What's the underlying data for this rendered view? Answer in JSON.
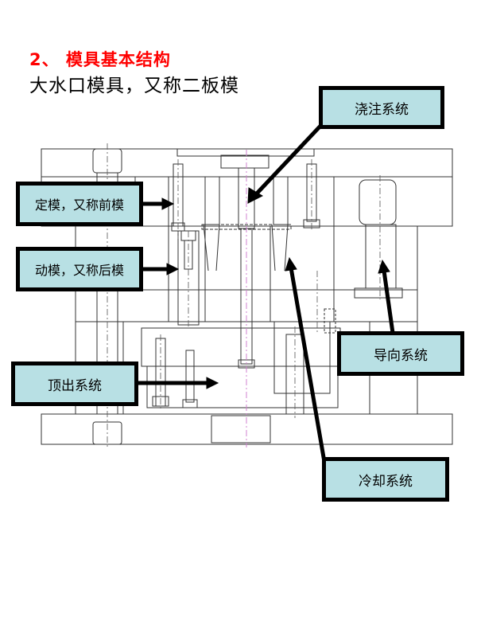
{
  "slide": {
    "heading": "2、 模具基本结构",
    "subheading": "大水口模具，又称二板模"
  },
  "labels": {
    "sprue_system": "浇注系统",
    "fixed_half": "定模，又称前模",
    "moving_half": "动模，又称后模",
    "ejector_system": "顶出系统",
    "guide_system": "导向系统",
    "cooling_system": "冷却系统"
  },
  "colors": {
    "label_fill": "#b8e0e4",
    "label_border": "#000000",
    "heading": "#ff0000",
    "centerline": "#d080d0",
    "drawing_line": "#333333"
  }
}
